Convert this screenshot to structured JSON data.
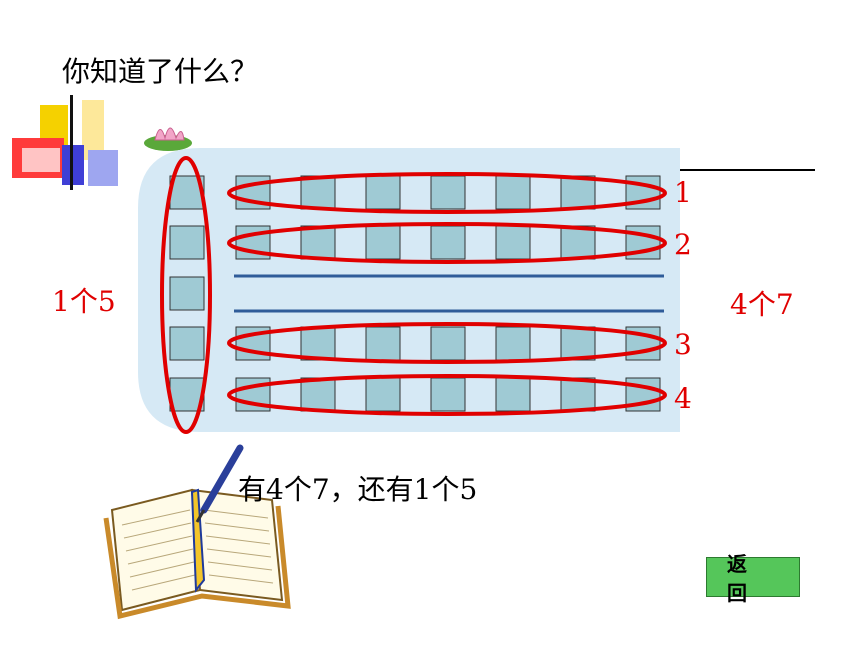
{
  "title": "你知道了什么？",
  "left_label": "1个5",
  "right_label": "4个7",
  "row_numbers": [
    "1",
    "2",
    "3",
    "4"
  ],
  "statement": "有4个7，还有1个5",
  "back_button": "返 回",
  "colors": {
    "panel": "#d6e9f5",
    "square": "#9fcad4",
    "ellipse": "#e00000",
    "line": "#2f5c99",
    "button": "#55c65a"
  },
  "icons": [
    "decorative-blocks-icon",
    "lotus-icon",
    "book-pen-icon"
  ]
}
